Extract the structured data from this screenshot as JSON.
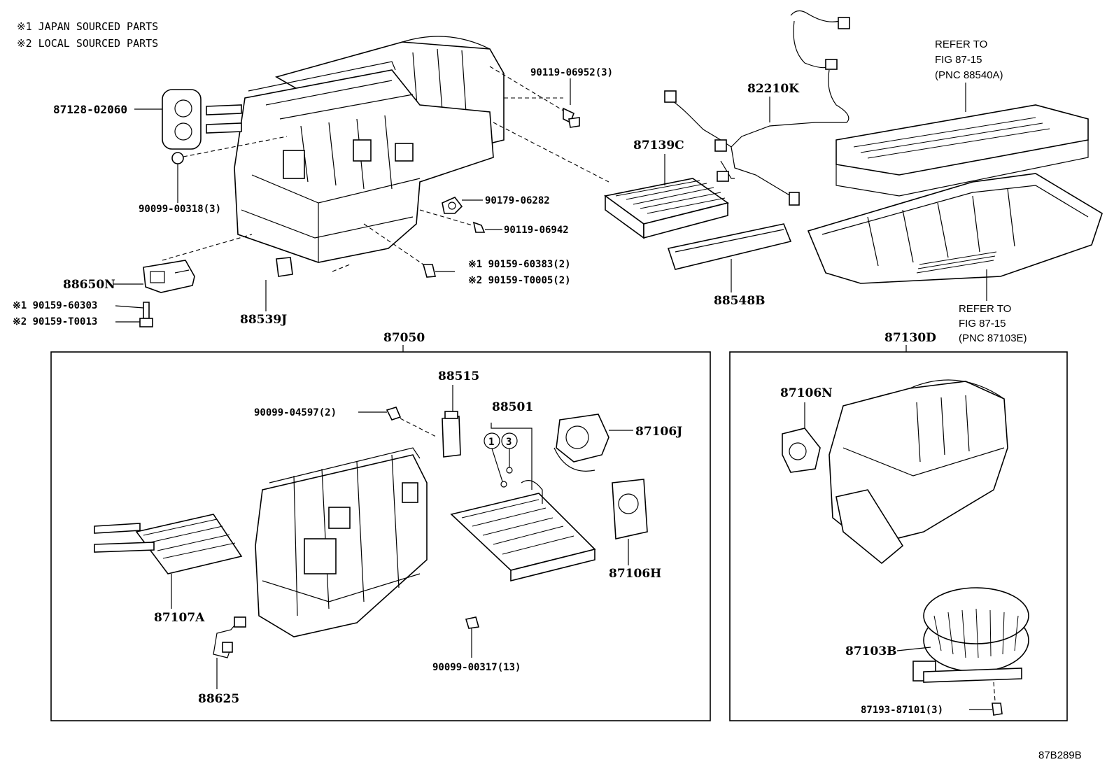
{
  "notes": {
    "japan": "※1 JAPAN SOURCED PARTS",
    "local": "※2 LOCAL SOURCED PARTS"
  },
  "labels": {
    "p87128": "87128-02060",
    "p90099_318": "90099-00318(3)",
    "p88650N": "88650N",
    "p90159_60303": "※1 90159-60303",
    "p90159_T0013": "※2 90159-T0013",
    "p88539J": "88539J",
    "p90119_06952": "90119-06952(3)",
    "p90179": "90179-06282",
    "p90119_06942": "90119-06942",
    "p90159_60383": "※1 90159-60383(2)",
    "p90159_T0005": "※2 90159-T0005(2)",
    "p82210K": "82210K",
    "p87139C": "87139C",
    "p88548B": "88548B",
    "refer_top_1": "REFER TO",
    "refer_top_2": "FIG 87-15",
    "refer_top_3": "(PNC 88540A)",
    "refer_bot_1": "REFER TO",
    "refer_bot_2": "FIG 87-15",
    "refer_bot_3": "(PNC 87103E)",
    "p87050": "87050",
    "p88515": "88515",
    "p90099_04597": "90099-04597(2)",
    "p88501": "88501",
    "circle1": "1",
    "circle3": "3",
    "p87106J": "87106J",
    "p87106H": "87106H",
    "p87107A": "87107A",
    "p88625": "88625",
    "p90099_00317": "90099-00317(13)",
    "p87130D": "87130D",
    "p87106N": "87106N",
    "p87103B": "87103B",
    "p87193": "87193-87101(3)",
    "figure_id": "87B289B"
  }
}
